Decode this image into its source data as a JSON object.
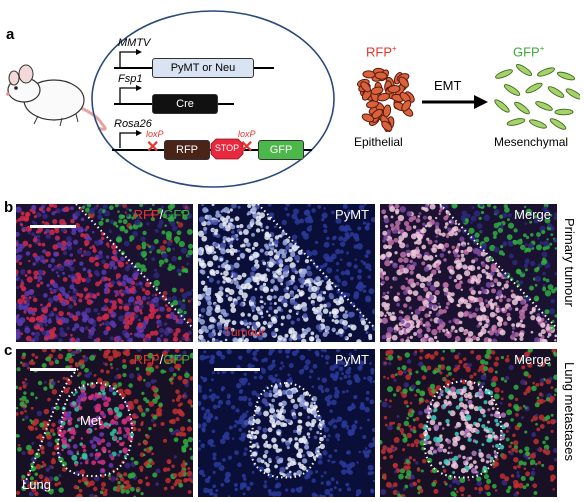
{
  "panel_a": {
    "letter": "a",
    "genes": [
      {
        "label": "MMTV",
        "box_label": "PyMT or Neu"
      },
      {
        "label": "Fsp1",
        "box_label": "Cre"
      },
      {
        "label": "Rosa26",
        "box_label_rfp": "RFP",
        "box_label_stop": "STOP",
        "box_label_gfp": "GFP"
      }
    ],
    "loxp": "loxP",
    "rfp_label": "RFP",
    "gfp_label": "GFP",
    "plus": "+",
    "emt_label": "EMT",
    "epithelial_label": "Epithelial",
    "mesenchymal_label": "Mesenchymal",
    "colors": {
      "rfp": "#e8352c",
      "gfp": "#3cab37",
      "pymt_box": "#d8e4f2",
      "cre_box": "#111111",
      "rfp_box": "#4a2417",
      "stop": "#e8283c",
      "gfp_box": "#4cb84a",
      "epithelial": "#d9623c",
      "mesenchymal": "#a7d16b",
      "circle": "#2a4a7a"
    }
  },
  "panel_b": {
    "letter": "b",
    "titles": {
      "rfp": "RFP",
      "slash": "/",
      "gfp": "GFP",
      "pymt": "PyMT",
      "merge": "Merge"
    },
    "tumour_label": "Tumour",
    "side_label": "Primary tumour"
  },
  "panel_c": {
    "letter": "c",
    "titles": {
      "rfp": "RFP",
      "slash": "/",
      "gfp": "GFP",
      "pymt": "PyMT",
      "merge": "Merge"
    },
    "met_label": "Met",
    "lung_label": "Lung",
    "side_label": "Lung metastases"
  }
}
